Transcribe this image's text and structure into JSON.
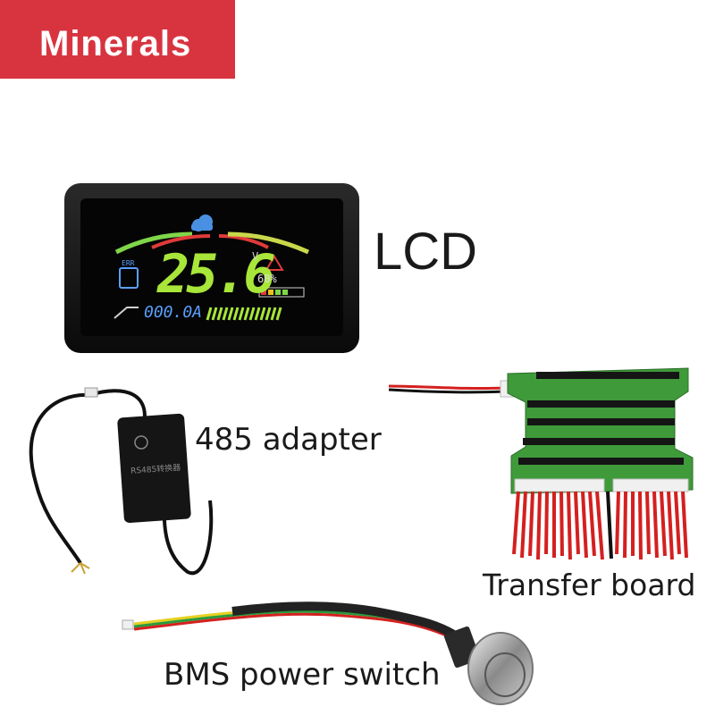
{
  "brand": {
    "name": "Minerals",
    "background": "#d8343f"
  },
  "labels": {
    "lcd": "LCD",
    "adapter": "485 adapter",
    "transfer_board": "Transfer board",
    "power_switch": "BMS power switch"
  },
  "lcd_display": {
    "voltage": "25.6",
    "voltage_unit": "V",
    "current": "000.0A",
    "percent": "60%",
    "error_code": "ERR"
  },
  "adapter_print": {
    "model": "RS485转换器"
  },
  "colors": {
    "voltage_green": "#a8e63a",
    "current_blue": "#5aa0ff",
    "board_green": "#3f9a3a",
    "wire_red": "#d42020"
  }
}
